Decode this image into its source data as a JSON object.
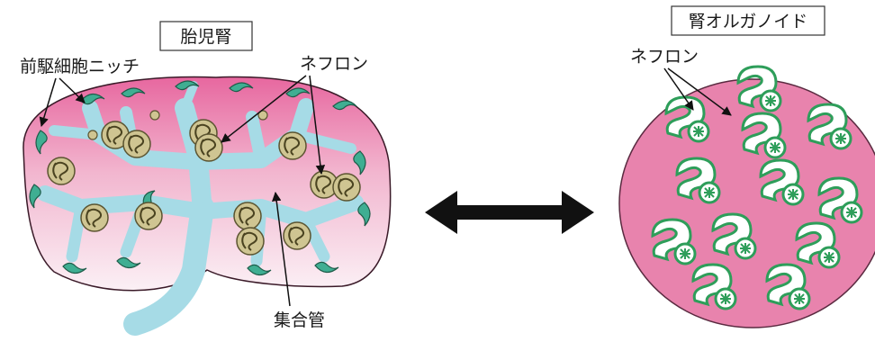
{
  "labels": {
    "fetal_kidney": "胎児腎",
    "kidney_organoid": "腎オルガノイド",
    "progenitor_niche": "前駆細胞ニッチ",
    "nephron_left": "ネフロン",
    "nephron_right": "ネフロン",
    "collecting_duct": "集合管"
  },
  "colors": {
    "kidney_pink": "#e88fb4",
    "kidney_pink_light": "#f8e4ee",
    "collecting_duct": "#a6dbe6",
    "niche_cap": "#3fae92",
    "nephron_fill": "#cfc592",
    "organoid_fill": "#e883ad",
    "organoid_nephron": "#2e9e5a",
    "arrow": "#111111"
  }
}
